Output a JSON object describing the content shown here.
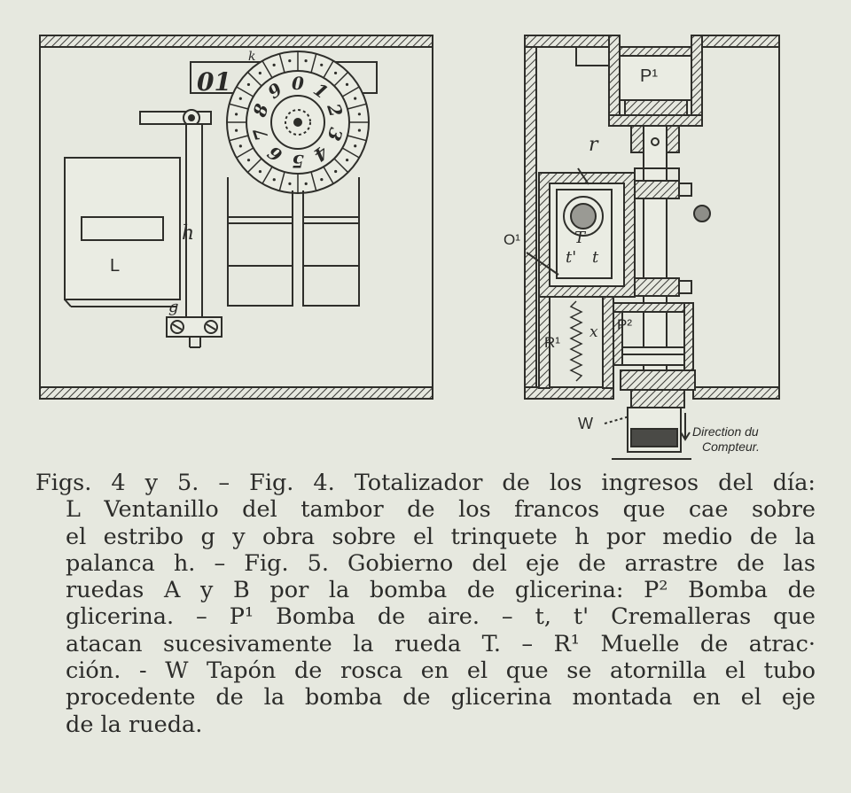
{
  "fig4": {
    "label_L": "L",
    "label_h": "h",
    "label_g": "g",
    "label_k": "k",
    "counter_window": "01",
    "dial_digits": [
      "0",
      "1",
      "2",
      "3",
      "4",
      "5",
      "6",
      "7",
      "8",
      "9"
    ]
  },
  "fig5": {
    "label_P1": "P¹",
    "label_P2": "P²",
    "label_O1": "O¹",
    "label_R1": "R¹",
    "label_W": "W",
    "label_r": "r",
    "label_T": "T",
    "label_t": "t",
    "label_t_prime": "t'",
    "label_x": "x",
    "direction_line1": "Direction du",
    "direction_line2": "Compteur."
  },
  "caption": {
    "lines": [
      "Figs. 4 y 5. – Fig. 4. Totalizador de los ingresos del día:",
      "L Ventanillo del tambor de los francos que cae sobre",
      "el estribo g y obra sobre el trinquete h por medio de la",
      "palanca h. – Fig. 5. Gobierno del eje de arrastre de las",
      "ruedas A y B por la bomba de glicerina: P² Bomba de",
      "glicerina. – P¹ Bomba de aire. – t, t' Cremalleras que",
      "atacan sucesivamente la rueda T. – R¹ Muelle de atrac·",
      "ción. - W Tapón de rosca en el que se atornilla el tubo",
      "procedente de la bomba de glicerina montada en el eje",
      "de la rueda."
    ]
  }
}
